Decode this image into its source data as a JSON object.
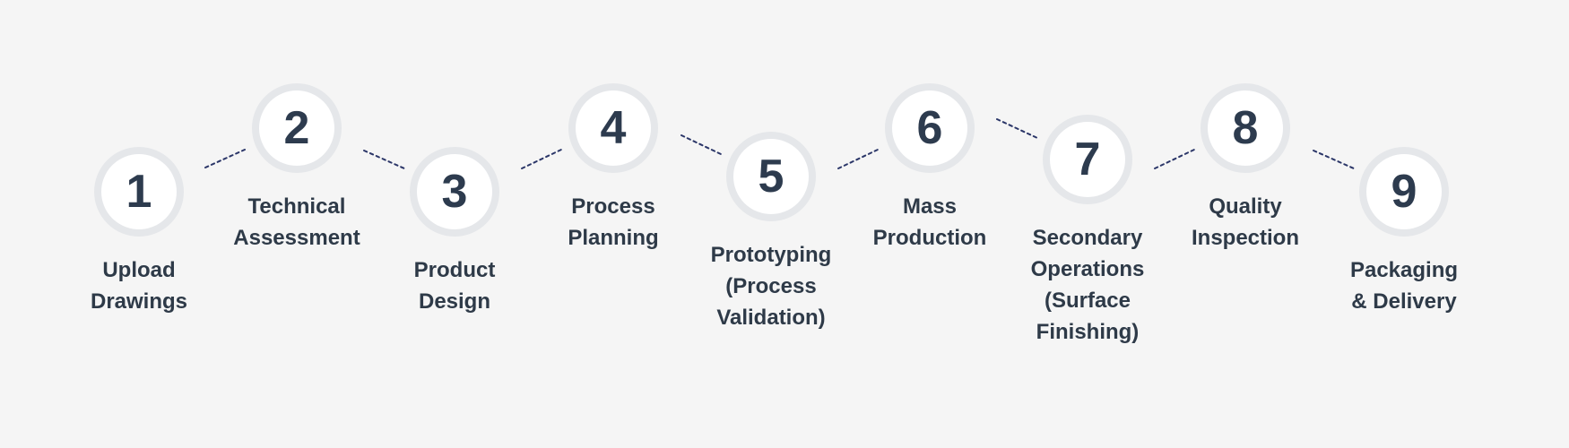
{
  "steps": [
    {
      "number": "1",
      "label_lines": [
        "Upload",
        "Drawings"
      ]
    },
    {
      "number": "2",
      "label_lines": [
        "Technical",
        "Assessment"
      ]
    },
    {
      "number": "3",
      "label_lines": [
        "Product",
        "Design"
      ]
    },
    {
      "number": "4",
      "label_lines": [
        "Process",
        "Planning"
      ]
    },
    {
      "number": "5",
      "label_lines": [
        "Prototyping",
        "(Process",
        "Validation)"
      ]
    },
    {
      "number": "6",
      "label_lines": [
        "Mass",
        "Production"
      ]
    },
    {
      "number": "7",
      "label_lines": [
        "Secondary",
        "Operations",
        "(Surface",
        "Finishing)"
      ]
    },
    {
      "number": "8",
      "label_lines": [
        "Quality",
        "Inspection"
      ]
    },
    {
      "number": "9",
      "label_lines": [
        "Packaging",
        "& Delivery"
      ]
    }
  ],
  "colors": {
    "background": "#f5f5f5",
    "circle_fill": "#ffffff",
    "circle_ring": "#e5e7ea",
    "number_text": "#2d3b4e",
    "label_text": "#2e3a48",
    "connector": "#2b3668"
  }
}
